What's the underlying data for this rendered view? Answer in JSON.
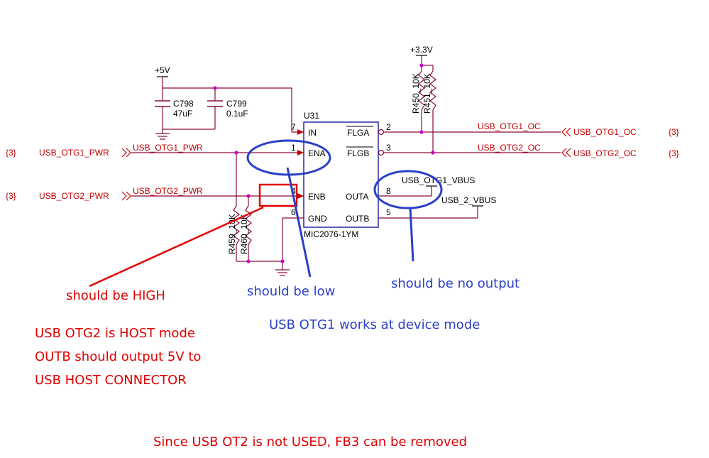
{
  "power": {
    "p5v": "+5V",
    "p3v3": "+3.3V"
  },
  "components": {
    "c798": {
      "ref": "C798",
      "value": "47uF"
    },
    "c799": {
      "ref": "C799",
      "value": "0.1uF"
    },
    "r450": "R450_10K",
    "r451": "R451_10K",
    "r459": "R459_10K",
    "r460": "R460_10K"
  },
  "ic": {
    "ref": "U31",
    "part": "MIC2076-1YM",
    "pins_left": [
      {
        "num": "7",
        "name": "IN"
      },
      {
        "num": "1",
        "name": "ENA"
      },
      {
        "num": "4",
        "name": "ENB"
      },
      {
        "num": "6",
        "name": "GND"
      }
    ],
    "pins_right": [
      {
        "num": "2",
        "name": "FLGA"
      },
      {
        "num": "3",
        "name": "FLGB"
      },
      {
        "num": "8",
        "name": "OUTA"
      },
      {
        "num": "5",
        "name": "OUTB"
      }
    ]
  },
  "nets": {
    "otg1_pwr": "USB_OTG1_PWR",
    "otg2_pwr": "USB_OTG2_PWR",
    "otg1_oc": "USB_OTG1_OC",
    "otg2_oc": "USB_OTG2_OC",
    "otg1_vbus": "USB_OTG1_VBUS",
    "usb2_vbus": "USB_2_VBUS",
    "sheet_ref": "{3}"
  },
  "annotations": {
    "should_be_high": "should be HIGH",
    "should_be_low": "should be low",
    "no_output": "should be no output",
    "otg1_device": "USB OTG1 works at device mode",
    "otg2_host_1": "USB OTG2 is HOST mode",
    "otg2_host_2": "OUTB should output 5V to",
    "otg2_host_3": "USB HOST CONNECTOR",
    "fb3_note": "Since USB OT2 is not USED, FB3 can be removed"
  },
  "colors": {
    "wire": "#8b0a3a",
    "net_label": "#c00000",
    "junction": "#cc00cc",
    "annot_red": "#e00000",
    "annot_blue": "#2a40c8"
  }
}
